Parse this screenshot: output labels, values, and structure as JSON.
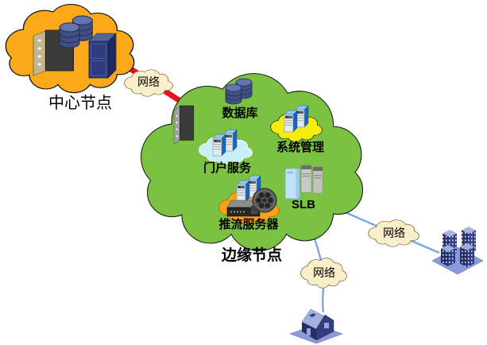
{
  "nodes": {
    "center": {
      "label": "中心节点"
    },
    "edge": {
      "label": "边缘节点"
    }
  },
  "services": {
    "database": {
      "label": "数据库"
    },
    "system": {
      "label": "系统管理"
    },
    "portal": {
      "label": "门户服务"
    },
    "slb": {
      "label": "SLB"
    },
    "stream": {
      "label": "推流服务器"
    }
  },
  "networks": {
    "top": {
      "label": "网络"
    },
    "right": {
      "label": "网络"
    },
    "bottom": {
      "label": "网络"
    }
  },
  "colors": {
    "center_cloud": "#FBA919",
    "edge_cloud": "#7CC242",
    "network_cloud": "#F9EFC8",
    "system_cloud": "#F5EC0F",
    "portal_cloud": "#C9EFF8",
    "stream_cloud": "#F9A11B",
    "red_link": "#E8111C",
    "blue_link": "#7AA7E8"
  }
}
